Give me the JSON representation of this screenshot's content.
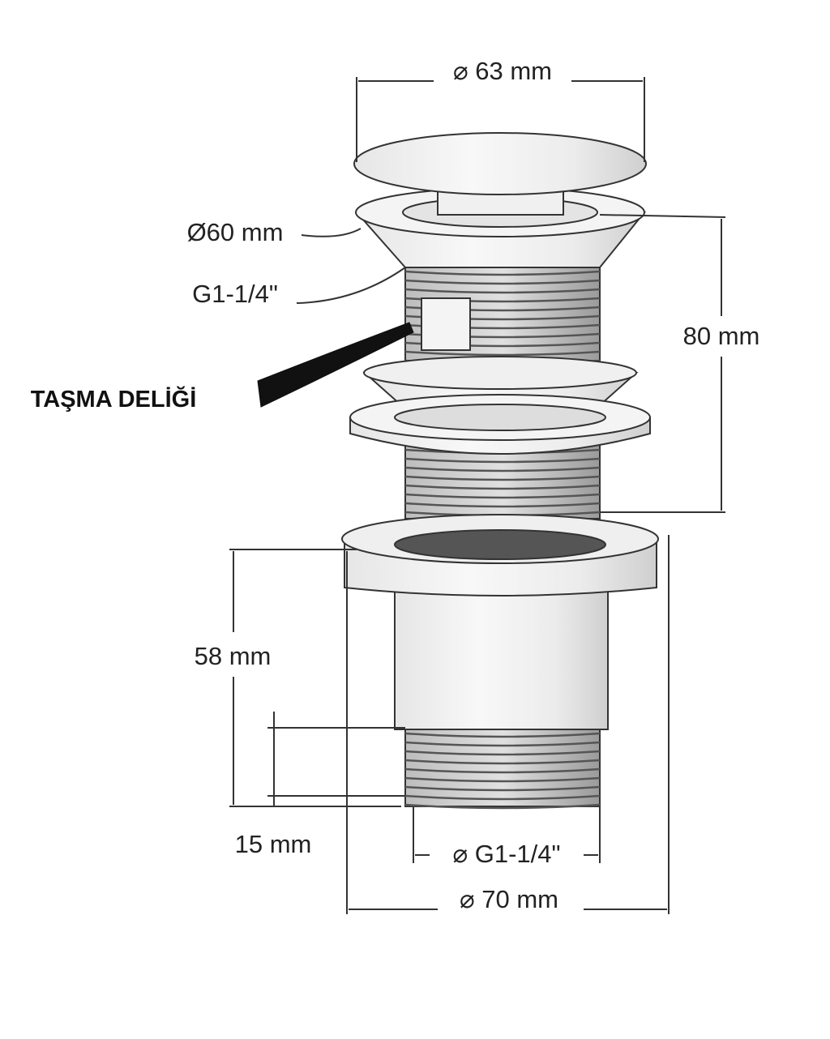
{
  "title": "Pop-up drain valve dimension drawing",
  "labels": {
    "cap_diameter": "⌀ 63 mm",
    "flange_diameter": "Ø60 mm",
    "top_thread": "G1-1/4\"",
    "overflow": "TAŞMA DELİĞİ",
    "height_total": "80 mm",
    "nut_height": "58 mm",
    "thread_length": "15 mm",
    "bottom_thread": "⌀ G1-1/4\"",
    "nut_diameter": "⌀ 70 mm"
  },
  "colors": {
    "line": "#333333",
    "metal_light": "#f2f2f2",
    "metal_dark": "#c8c8c8"
  }
}
